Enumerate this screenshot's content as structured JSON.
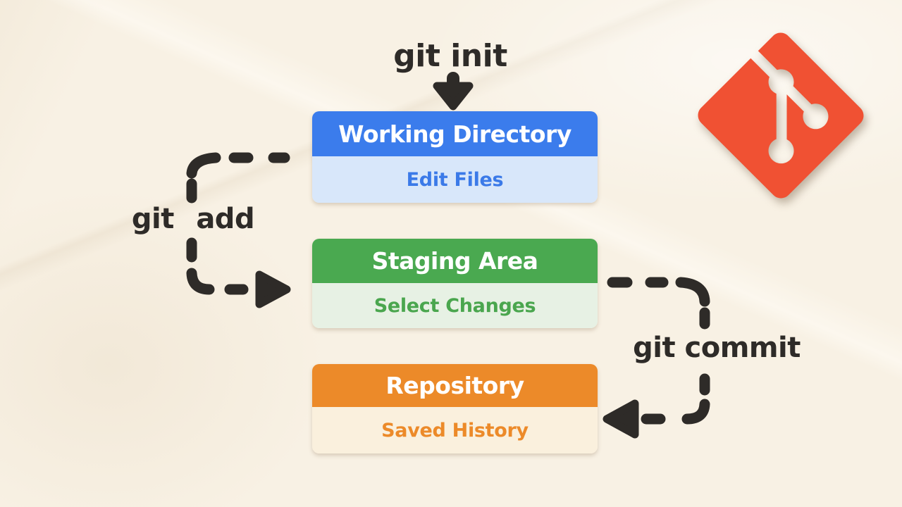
{
  "diagram": {
    "name": "Git workflow diagram",
    "commands": {
      "init": "git init",
      "add": "git add",
      "commit": "git commit"
    },
    "stages": [
      {
        "title": "Working Directory",
        "subtitle": "Edit Files",
        "header_color": "#3b7cec",
        "body_color": "#d8e7fa",
        "subtitle_color": "#3b7ae8"
      },
      {
        "title": "Staging Area",
        "subtitle": "Select Changes",
        "header_color": "#4aa950",
        "body_color": "#e7f1e4",
        "subtitle_color": "#4aa64e"
      },
      {
        "title": "Repository",
        "subtitle": "Saved History",
        "header_color": "#ec8a29",
        "body_color": "#faf0dd",
        "subtitle_color": "#ec8a29"
      }
    ],
    "flow": [
      "git init -> Working Directory",
      "Working Directory -> git add -> Staging Area",
      "Staging Area -> git commit -> Repository"
    ],
    "icons": {
      "git_logo": "git-logo-icon",
      "git_logo_color": "#f05133"
    },
    "ink_color": "#2e2b28",
    "background_color": "#f8f1e4"
  }
}
